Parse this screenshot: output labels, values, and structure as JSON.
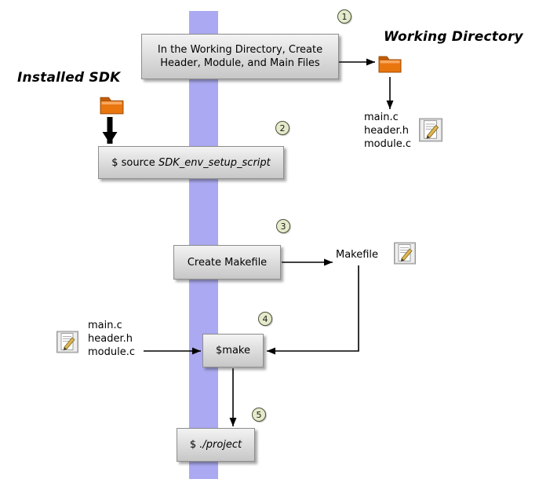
{
  "headings": {
    "installed_sdk": "Installed SDK",
    "working_directory": "Working Directory"
  },
  "steps": [
    {
      "num": "1",
      "label": "In the Working Directory, Create Header, Module, and Main Files"
    },
    {
      "num": "2",
      "prefix": "$ source ",
      "italic": "SDK_env_setup_script"
    },
    {
      "num": "3",
      "label": "Create Makefile"
    },
    {
      "num": "4",
      "label": "$make"
    },
    {
      "num": "5",
      "prefix": "$ ",
      "italic": "./project"
    }
  ],
  "labels": {
    "makefile": "Makefile"
  },
  "file_lists": {
    "working_dir_files": [
      "main.c",
      "header.h",
      "module.c"
    ],
    "make_input_files": [
      "main.c",
      "header.h",
      "module.c"
    ]
  },
  "icons": {
    "working_directory": "folder-icon",
    "installed_sdk": "folder-icon",
    "working_dir_files": "text-file-edit-icon",
    "makefile": "text-file-edit-icon",
    "make_input_files": "text-file-edit-icon"
  },
  "colors": {
    "pipeline_band": "#aaa9f1",
    "box_fill_top": "#f3f3f3",
    "box_fill_bottom": "#c7c7c7",
    "box_border": "#8d8d8d",
    "step_badge_fill": "#e5eacb",
    "step_badge_border": "#49523b",
    "folder_orange": "#e9750f",
    "arrow": "#000000"
  }
}
